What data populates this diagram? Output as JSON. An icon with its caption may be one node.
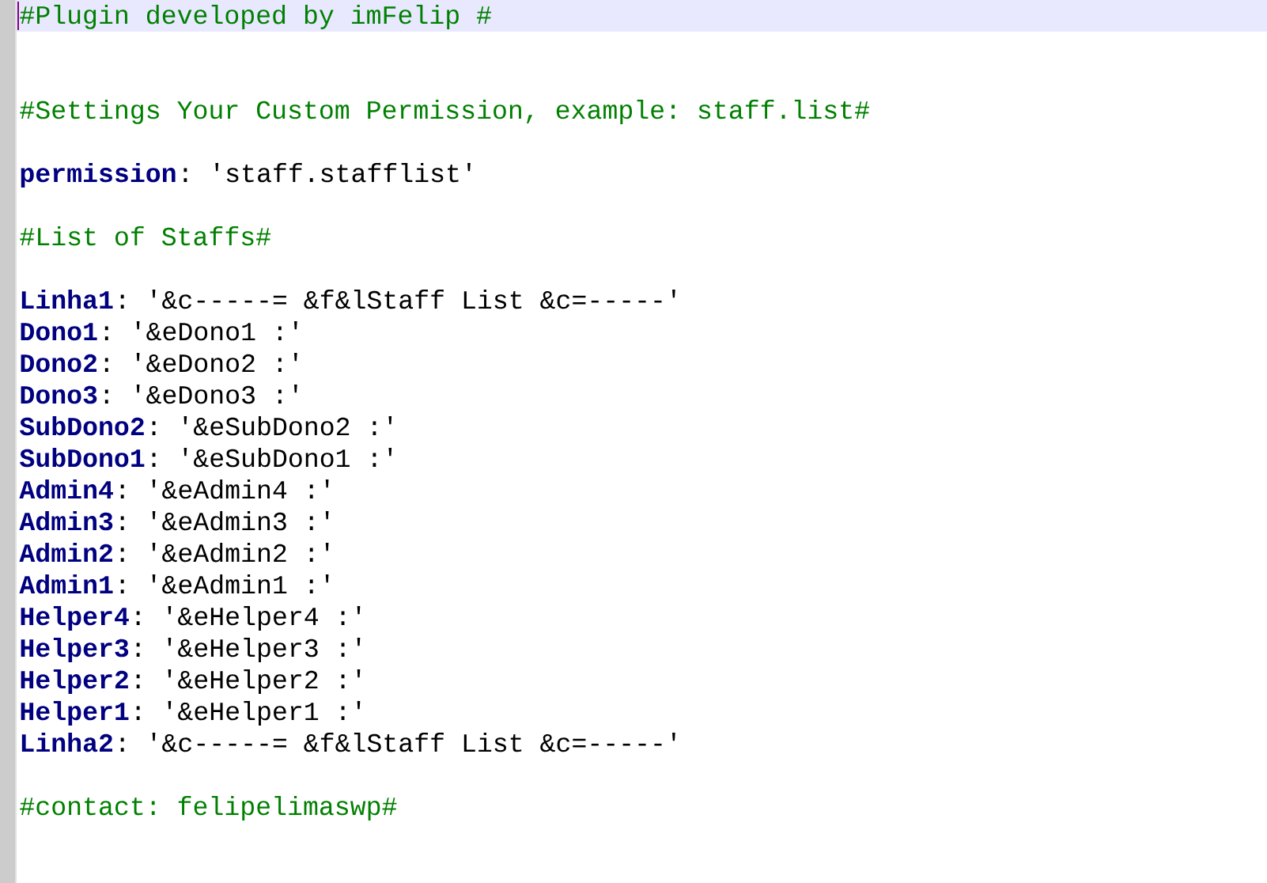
{
  "diagram": {
    "labels": [
      "#Plugin developed by imFelip #",
      "#Settings Your Custom Permission, example: staff.list#",
      "permission",
      ": 'staff.stafflist'",
      "#List of Staffs#",
      "Linha1",
      ": '&c-----= &f&lStaff List &c=-----'",
      "Dono1",
      ": '&eDono1 :'",
      "Dono2",
      ": '&eDono2 :'",
      "Dono3",
      ": '&eDono3 :'",
      "SubDono2",
      ": '&eSubDono2 :'",
      "SubDono1",
      ": '&eSubDono1 :'",
      "Admin4",
      ": '&eAdmin4 :'",
      "Admin3",
      ": '&eAdmin3 :'",
      "Admin2",
      ": '&eAdmin2 :'",
      "Admin1",
      ": '&eAdmin1 :'",
      "Helper4",
      ": '&eHelper4 :'",
      "Helper3",
      ": '&eHelper3 :'",
      "Helper2",
      ": '&eHelper2 :'",
      "Helper1",
      ": '&eHelper1 :'",
      "Linha2",
      ": '&c-----= &f&lStaff List &c=-----'",
      "#contact: felipelimaswp#"
    ]
  }
}
